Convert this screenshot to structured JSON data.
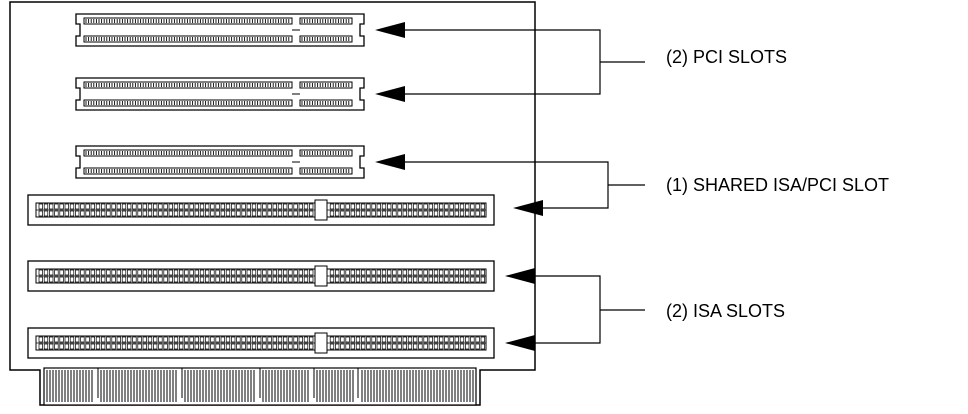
{
  "diagram": {
    "labels": {
      "pci": "(2) PCI SLOTS",
      "shared": "(1) SHARED ISA/PCI SLOT",
      "isa": "(2) ISA SLOTS"
    },
    "slots": [
      {
        "type": "PCI",
        "group": "pci"
      },
      {
        "type": "PCI",
        "group": "pci"
      },
      {
        "type": "PCI",
        "group": "shared"
      },
      {
        "type": "ISA",
        "group": "shared"
      },
      {
        "type": "ISA",
        "group": "isa"
      },
      {
        "type": "ISA",
        "group": "isa"
      }
    ],
    "colors": {
      "line": "#000000",
      "background": "#ffffff"
    }
  }
}
